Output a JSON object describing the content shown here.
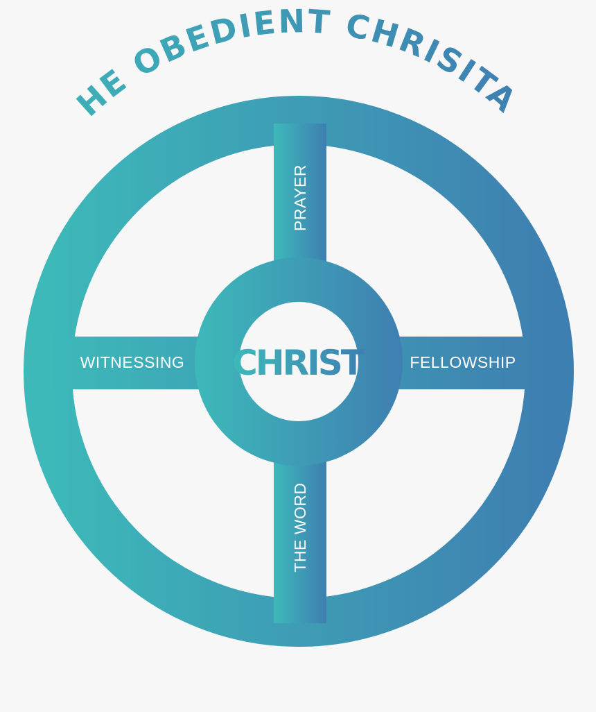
{
  "diagram": {
    "title": "THE OBEDIENT CHRISITAN",
    "center_label": "CHRIST",
    "spokes": {
      "top": "PRAYER",
      "left": "WITNESSING",
      "right": "FELLOWSHIP",
      "bottom": "THE WORD"
    }
  },
  "colors": {
    "gradient_start": "#3db9b9",
    "gradient_end": "#3e7fb1",
    "background": "#f7f7f8",
    "label_text": "#ffffff"
  }
}
